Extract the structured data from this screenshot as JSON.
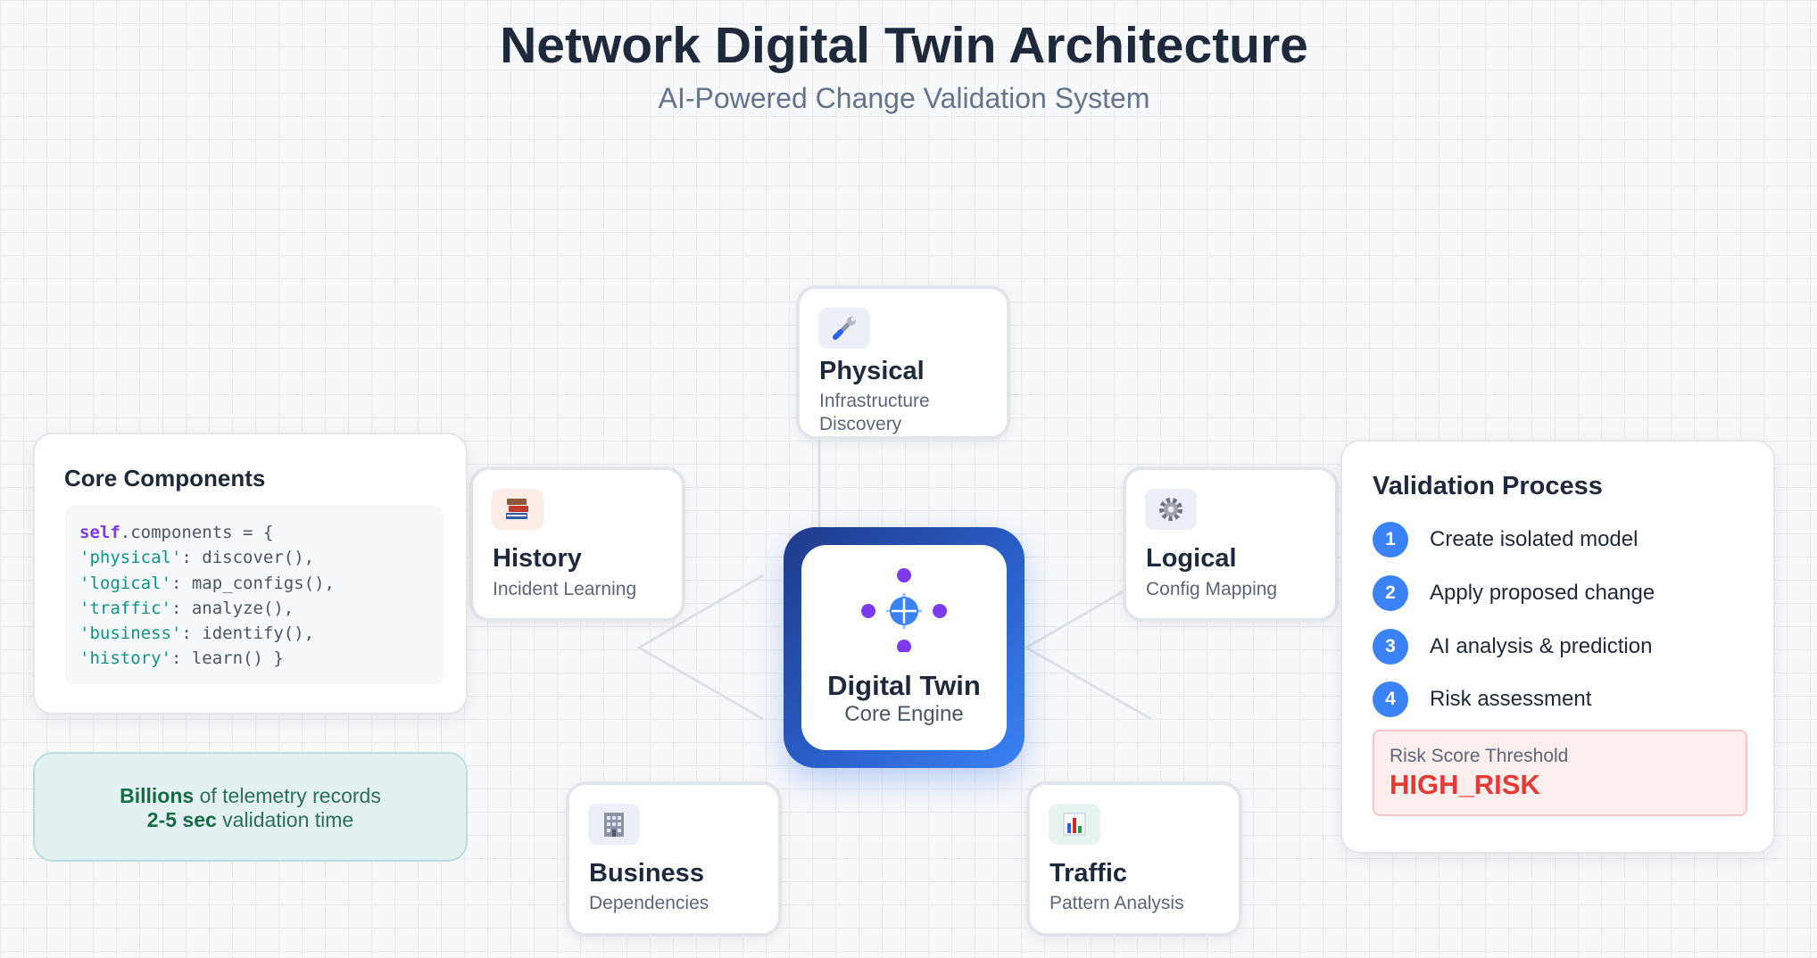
{
  "header": {
    "title": "Network Digital Twin Architecture",
    "subtitle": "AI-Powered Change Validation System"
  },
  "core": {
    "title": "Digital Twin",
    "subtitle": "Core Engine"
  },
  "nodes": {
    "physical": {
      "title": "Physical",
      "subtitle_line1": "Infrastructure",
      "subtitle_line2": "Discovery",
      "icon": "wrench-icon"
    },
    "history": {
      "title": "History",
      "subtitle": "Incident Learning",
      "icon": "books-icon"
    },
    "logical": {
      "title": "Logical",
      "subtitle": "Config Mapping",
      "icon": "gear-icon"
    },
    "business": {
      "title": "Business",
      "subtitle": "Dependencies",
      "icon": "office-building-icon"
    },
    "traffic": {
      "title": "Traffic",
      "subtitle": "Pattern Analysis",
      "icon": "bar-chart-icon"
    }
  },
  "core_components": {
    "title": "Core Components",
    "code": {
      "keyword": "self",
      "line0_rest": ".components = {",
      "lines": [
        {
          "key": "'physical'",
          "rest": ": discover(),"
        },
        {
          "key": "'logical'",
          "rest": ": map_configs(),"
        },
        {
          "key": "'traffic'",
          "rest": ": analyze(),"
        },
        {
          "key": "'business'",
          "rest": ": identify(),"
        },
        {
          "key": "'history'",
          "rest": ": learn() }"
        }
      ]
    }
  },
  "stats": {
    "line1_bold": "Billions",
    "line1_rest": " of telemetry records",
    "line2_bold": "2-5 sec",
    "line2_rest": " validation time"
  },
  "validation": {
    "title": "Validation Process",
    "steps": [
      {
        "num": "1",
        "label": "Create isolated model"
      },
      {
        "num": "2",
        "label": "Apply proposed change"
      },
      {
        "num": "3",
        "label": "AI analysis & prediction"
      },
      {
        "num": "4",
        "label": "Risk assessment"
      }
    ],
    "risk_label": "Risk Score Threshold",
    "risk_value": "HIGH_RISK"
  },
  "colors": {
    "accent_blue": "#3b82f6",
    "core_dark_blue": "#1e3a8a",
    "node_purple": "#7c3aed",
    "risk_red": "#e53935",
    "stats_green": "#146c43"
  }
}
